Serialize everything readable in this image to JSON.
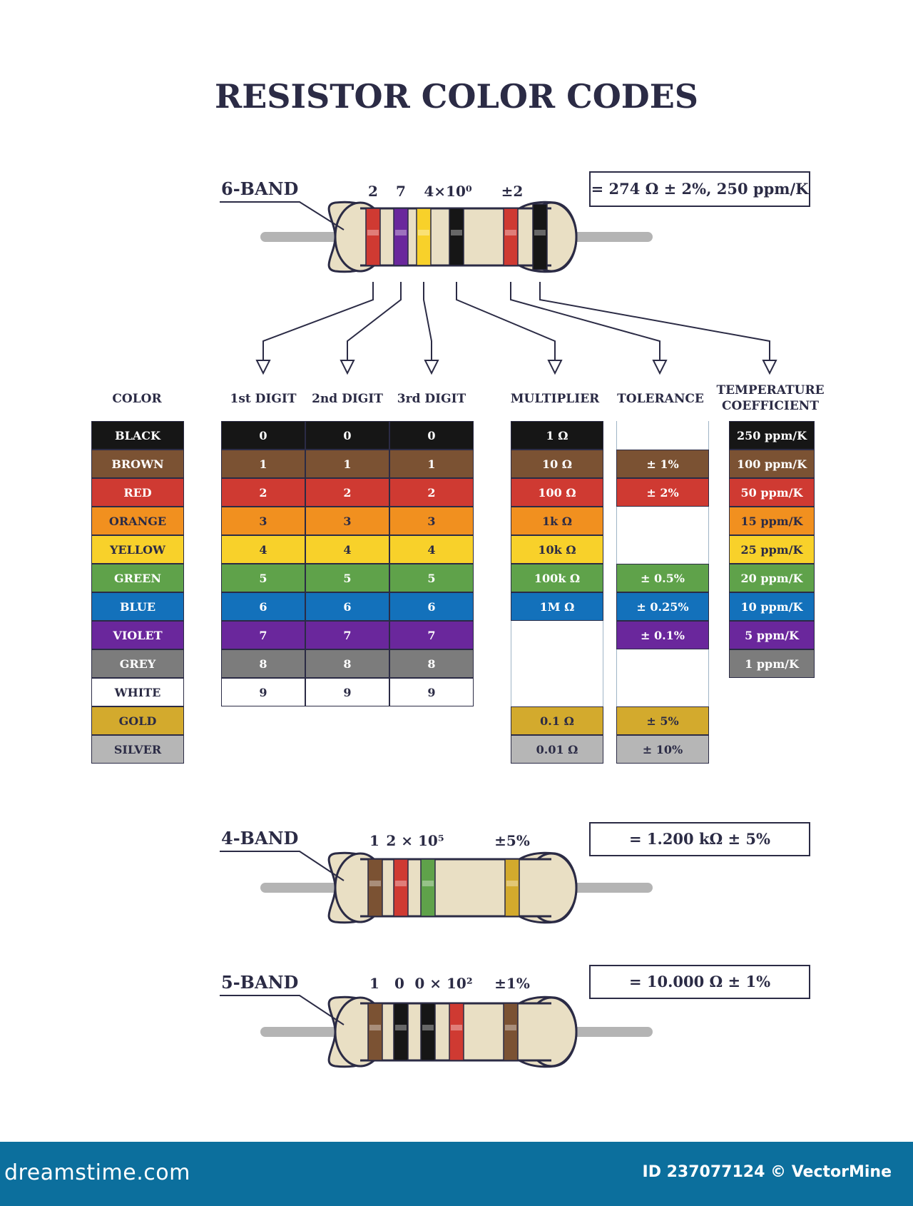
{
  "title": "RESISTOR COLOR CODES",
  "colors": {
    "black": "#161616",
    "brown": "#7b5233",
    "red": "#cf3a32",
    "orange": "#f1901f",
    "yellow": "#f8d12a",
    "green": "#5fa24a",
    "blue": "#1371bb",
    "violet": "#6a279c",
    "grey": "#7c7c7c",
    "white": "#ffffff",
    "gold": "#d3aa2d",
    "silver": "#b6b6b6",
    "ink": "#2b2b45",
    "body": "#e9dfc4",
    "lead": "#b4b4b4"
  },
  "six_band": {
    "label": "6-BAND",
    "codes": [
      "2",
      "7",
      "4×10⁰",
      "±2"
    ],
    "result": "= 274 Ω ± 2%, 250 ppm/K",
    "bands": [
      "red",
      "violet",
      "yellow",
      "black",
      "red",
      "black"
    ]
  },
  "four_band": {
    "label": "4-BAND",
    "codes": [
      "1",
      "2 × 10⁵",
      "±5%"
    ],
    "result": "= 1.200 kΩ ± 5%",
    "bands": [
      "brown",
      "red",
      "green",
      "gold"
    ]
  },
  "five_band": {
    "label": "5-BAND",
    "codes": [
      "1",
      "0",
      "0 × 10²",
      "±1%"
    ],
    "result": "= 10.000 Ω ± 1%",
    "bands": [
      "brown",
      "black",
      "black",
      "red",
      "brown"
    ]
  },
  "headers": {
    "color": "COLOR",
    "digit1": "1st DIGIT",
    "digit2": "2nd DIGIT",
    "digit3": "3rd DIGIT",
    "multiplier": "MULTIPLIER",
    "tolerance": "TOLERANCE",
    "temperature_line1": "TEMPERATURE",
    "temperature_line2": "COEFFICIENT"
  },
  "table": [
    {
      "color": "BLACK",
      "key": "black",
      "digit": "0",
      "multiplier": "1 Ω",
      "tolerance": "",
      "temp": "250 ppm/K"
    },
    {
      "color": "BROWN",
      "key": "brown",
      "digit": "1",
      "multiplier": "10 Ω",
      "tolerance": "± 1%",
      "temp": "100 ppm/K"
    },
    {
      "color": "RED",
      "key": "red",
      "digit": "2",
      "multiplier": "100 Ω",
      "tolerance": "± 2%",
      "temp": "50 ppm/K"
    },
    {
      "color": "ORANGE",
      "key": "orange",
      "digit": "3",
      "multiplier": "1k Ω",
      "tolerance": "",
      "temp": "15 ppm/K"
    },
    {
      "color": "YELLOW",
      "key": "yellow",
      "digit": "4",
      "multiplier": "10k Ω",
      "tolerance": "",
      "temp": "25 ppm/K"
    },
    {
      "color": "GREEN",
      "key": "green",
      "digit": "5",
      "multiplier": "100k Ω",
      "tolerance": "± 0.5%",
      "temp": "20 ppm/K"
    },
    {
      "color": "BLUE",
      "key": "blue",
      "digit": "6",
      "multiplier": "1M Ω",
      "tolerance": "± 0.25%",
      "temp": "10 ppm/K"
    },
    {
      "color": "VIOLET",
      "key": "violet",
      "digit": "7",
      "multiplier": "",
      "tolerance": "± 0.1%",
      "temp": "5 ppm/K"
    },
    {
      "color": "GREY",
      "key": "grey",
      "digit": "8",
      "multiplier": "",
      "tolerance": "",
      "temp": "1 ppm/K"
    },
    {
      "color": "WHITE",
      "key": "white",
      "digit": "9",
      "multiplier": "",
      "tolerance": "",
      "temp": ""
    },
    {
      "color": "GOLD",
      "key": "gold",
      "digit": "",
      "multiplier": "0.1 Ω",
      "tolerance": "± 5%",
      "temp": ""
    },
    {
      "color": "SILVER",
      "key": "silver",
      "digit": "",
      "multiplier": "0.01 Ω",
      "tolerance": "± 10%",
      "temp": ""
    }
  ],
  "footer": {
    "logo": "dreamstime.com",
    "credit": "ID 237077124 © VectorMine"
  }
}
